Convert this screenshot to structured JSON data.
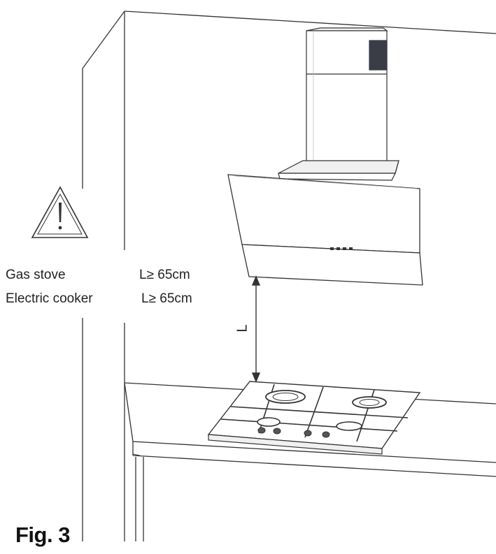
{
  "diagram": {
    "figure_caption": "Fig. 3",
    "dimension_label": "L",
    "requirements": [
      {
        "appliance": "Gas stove",
        "clearance": "L≥ 65cm"
      },
      {
        "appliance": "Electric cooker",
        "clearance": "L≥ 65cm"
      }
    ],
    "icons": [
      "warning-icon"
    ],
    "colors": {
      "line": "#333333",
      "panel_dark": "#3a3d46",
      "background": "#ffffff"
    }
  }
}
